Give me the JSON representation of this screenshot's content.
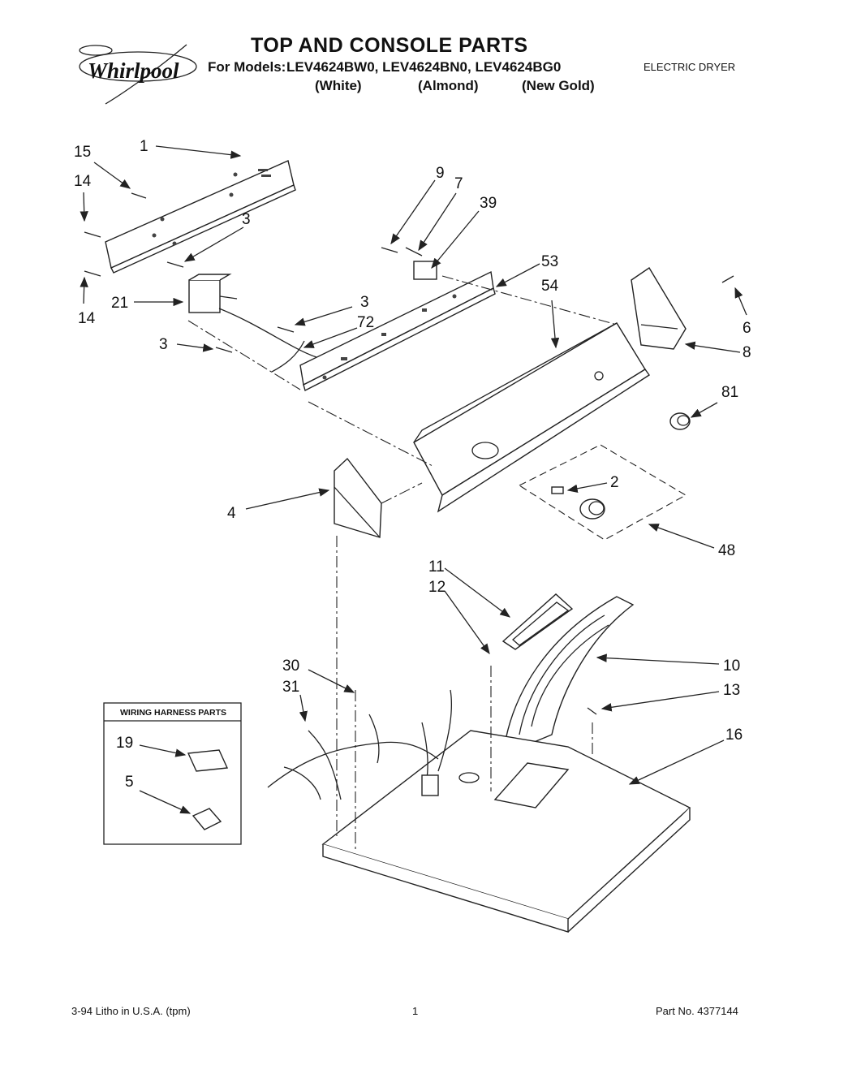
{
  "header": {
    "brand": "Whirlpool",
    "title": "TOP AND CONSOLE PARTS",
    "for_models_label": "For Models:",
    "models": "LEV4624BW0, LEV4624BN0, LEV4624BG0",
    "colors": [
      "(White)",
      "(Almond)",
      "(New Gold)"
    ],
    "product_type": "ELECTRIC DRYER"
  },
  "callouts": [
    "1",
    "15",
    "14",
    "3",
    "14",
    "21",
    "9",
    "7",
    "39",
    "53",
    "54",
    "6",
    "8",
    "3",
    "72",
    "3",
    "81",
    "2",
    "4",
    "48",
    "11",
    "12",
    "10",
    "30",
    "31",
    "13",
    "16",
    "19",
    "5"
  ],
  "wiring_harness": {
    "title": "WIRING HARNESS PARTS"
  },
  "footer": {
    "left": "3-94 Litho in U.S.A. (tpm)",
    "page": "1",
    "part_no": "Part No. 4377144"
  }
}
